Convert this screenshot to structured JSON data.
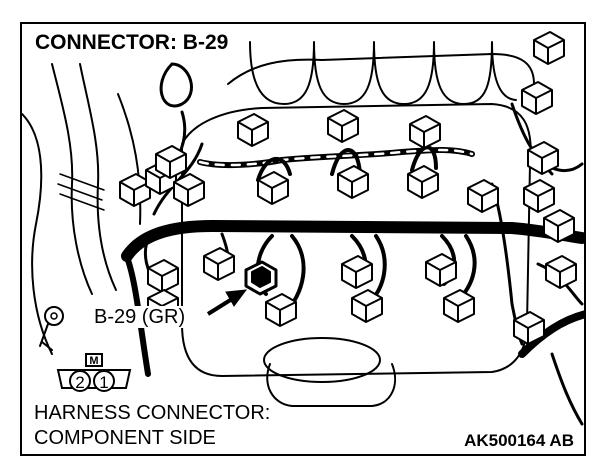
{
  "diagram": {
    "title": "CONNECTOR: B-29",
    "callout_label": "B-29 (GR)",
    "pin_header": "M",
    "pins": [
      "2",
      "1"
    ],
    "caption_line1": "HARNESS CONNECTOR:",
    "caption_line2": "COMPONENT SIDE",
    "figure_code": "AK500164 AB"
  }
}
